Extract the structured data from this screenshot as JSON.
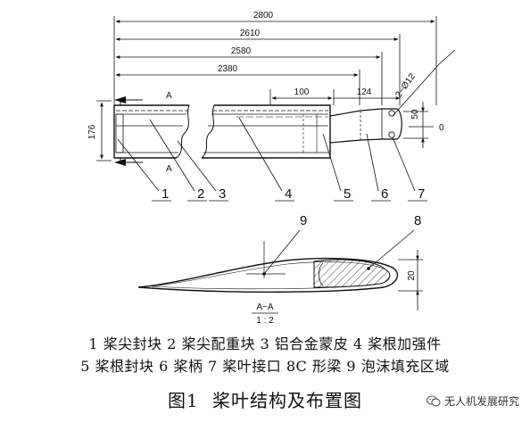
{
  "dimensions": {
    "d2800": "2800",
    "d2610": "2610",
    "d2580": "2580",
    "d2380": "2380",
    "d100": "100",
    "d124": "124",
    "d176": "176",
    "d50": "50",
    "d20": "20",
    "hole": "2−Ø12",
    "zero": "0"
  },
  "section_marks": {
    "a_top": "A",
    "a_bottom": "A",
    "section_title": "A−A",
    "section_scale": "1 : 2"
  },
  "part_numbers": [
    "1",
    "2",
    "3",
    "4",
    "5",
    "6",
    "7",
    "8",
    "9"
  ],
  "legend": {
    "line1": "1 桨尖封块  2 桨尖配重块  3 铝合金蒙皮  4 桨根加强件",
    "line2": "5 桨根封块  6 桨柄  7 桨叶接口  8C 形梁  9 泡沫填充区域"
  },
  "caption": {
    "fig": "图1",
    "title": "桨叶结构及布置图"
  },
  "watermark": {
    "text": "无人机发展研究",
    "icon": "wechat-icon"
  }
}
